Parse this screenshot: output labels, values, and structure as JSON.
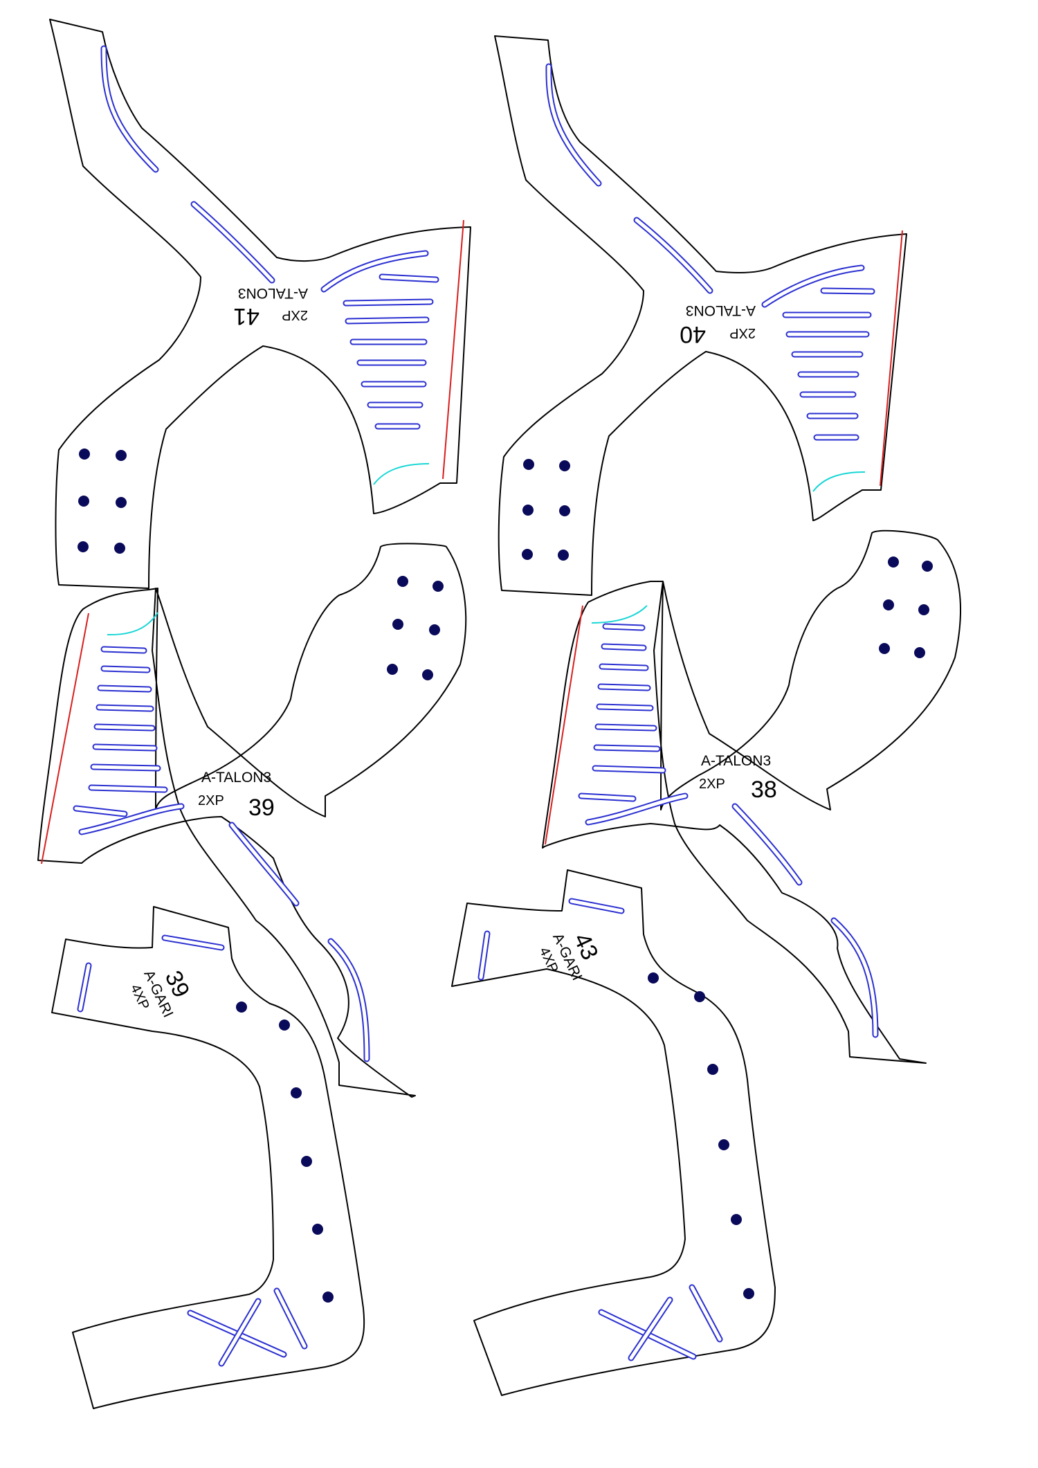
{
  "colors": {
    "outline": "#000000",
    "slot": "#2a2fd0",
    "hole": "#0a0a5a",
    "seam_red": "#d81e1e",
    "seam_cyan": "#19d6d6"
  },
  "pieces": [
    {
      "id": "talon-41",
      "name": "A-TALON3",
      "qty": "2XP",
      "size": "41"
    },
    {
      "id": "talon-40",
      "name": "A-TALON3",
      "qty": "2XP",
      "size": "40"
    },
    {
      "id": "talon-39",
      "name": "A-TALON3",
      "qty": "2XP",
      "size": "39"
    },
    {
      "id": "talon-38",
      "name": "A-TALON3",
      "qty": "2XP",
      "size": "38"
    },
    {
      "id": "gari-39",
      "name": "A-GARI",
      "qty": "4XP",
      "size": "39"
    },
    {
      "id": "gari-43",
      "name": "A-GARI",
      "qty": "4XP",
      "size": "43"
    }
  ]
}
